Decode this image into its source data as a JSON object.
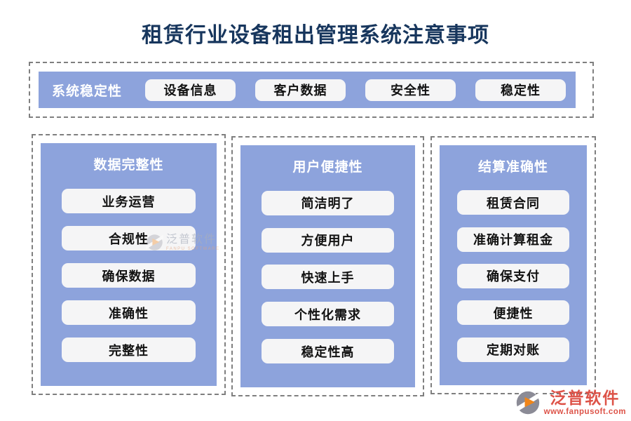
{
  "title": "租赁行业设备租出管理系统注意事项",
  "top": {
    "label": "系统稳定性",
    "buttons": [
      "设备信息",
      "客户数据",
      "安全性",
      "稳定性"
    ]
  },
  "columns": [
    {
      "header": "数据完整性",
      "items": [
        "业务运营",
        "合规性",
        "确保数据",
        "准确性",
        "完整性"
      ]
    },
    {
      "header": "用户便捷性",
      "items": [
        "简洁明了",
        "方便用户",
        "快速上手",
        "个性化需求",
        "稳定性高"
      ]
    },
    {
      "header": "结算准确性",
      "items": [
        "租赁合同",
        "准确计算租金",
        "确保支付",
        "便捷性",
        "定期对账"
      ]
    }
  ],
  "watermark": {
    "text": "泛普软件",
    "subtext": "FANPU SOFTWARE"
  },
  "footer_logo": {
    "text": "泛普软件",
    "url": "www.fanpusoft.com"
  },
  "colors": {
    "panel_blue": "#8DA3DC",
    "node_bg": "#F5F5F6",
    "title_navy": "#17365D",
    "dashed_gray": "#7F7F7F",
    "logo_red": "#DD5348",
    "logo_orange": "#F08519"
  }
}
